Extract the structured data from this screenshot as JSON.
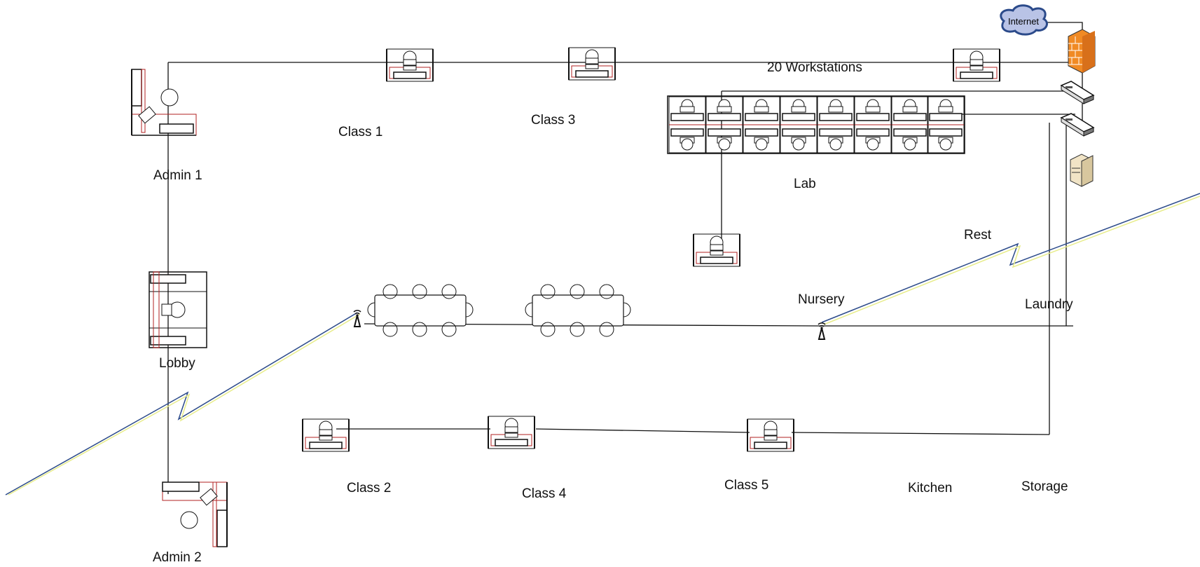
{
  "rooms": {
    "admin1": "Admin 1",
    "admin2": "Admin 2",
    "lobby": "Lobby",
    "class1": "Class 1",
    "class2": "Class 2",
    "class3": "Class 3",
    "class4": "Class 4",
    "class5": "Class 5",
    "lab": "Lab",
    "workstations": "20 Workstations",
    "nursery": "Nursery",
    "rest": "Rest",
    "laundry": "Laundry",
    "kitchen": "Kitchen",
    "storage": "Storage"
  },
  "network": {
    "internet": "Internet"
  },
  "icons": {
    "cloud": "internet-cloud-icon",
    "firewall": "firewall-icon",
    "switch": "network-switch-icon",
    "server": "server-icon",
    "access_point": "wireless-access-point-icon",
    "workstation": "workstation-desk-icon",
    "table": "conference-table-icon"
  },
  "colors": {
    "line": "#111111",
    "desk_accent": "#b22222",
    "cloud_fill": "#b9c3e6",
    "cloud_stroke": "#2b4a8a",
    "firewall": "#f08a24",
    "wireless_blue": "#2b4a8a",
    "wireless_yellow": "#e7ec8a"
  }
}
